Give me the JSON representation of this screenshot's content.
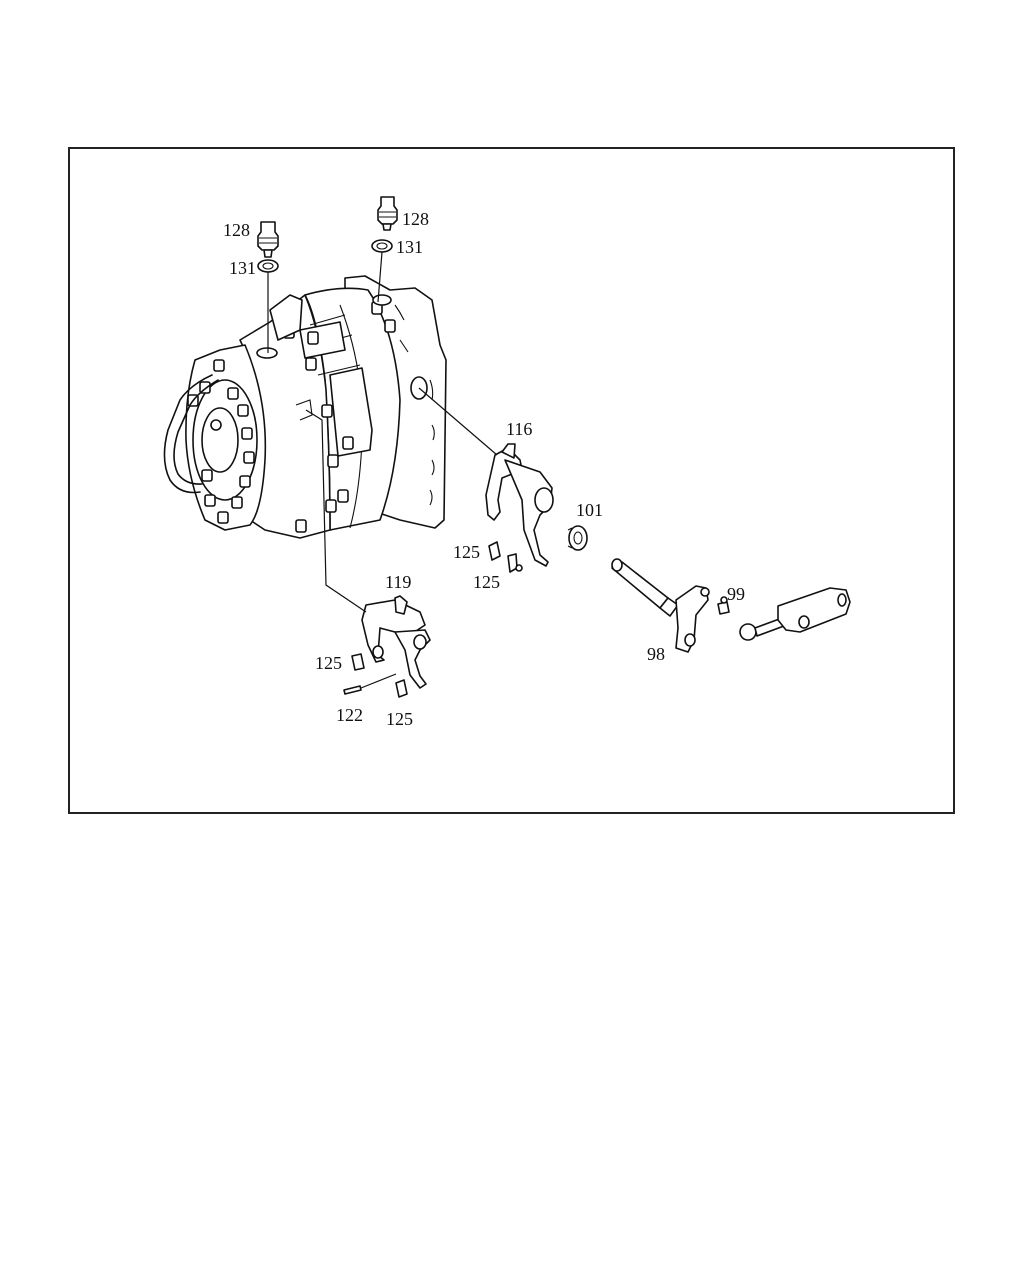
{
  "diagram": {
    "callouts": {
      "c128a": "128",
      "c131a": "131",
      "c128b": "128",
      "c131b": "131",
      "c116": "116",
      "c101": "101",
      "c125a": "125",
      "c125b": "125",
      "c119": "119",
      "c125c": "125",
      "c122": "122",
      "c125d": "125",
      "c99": "99",
      "c98": "98"
    }
  }
}
